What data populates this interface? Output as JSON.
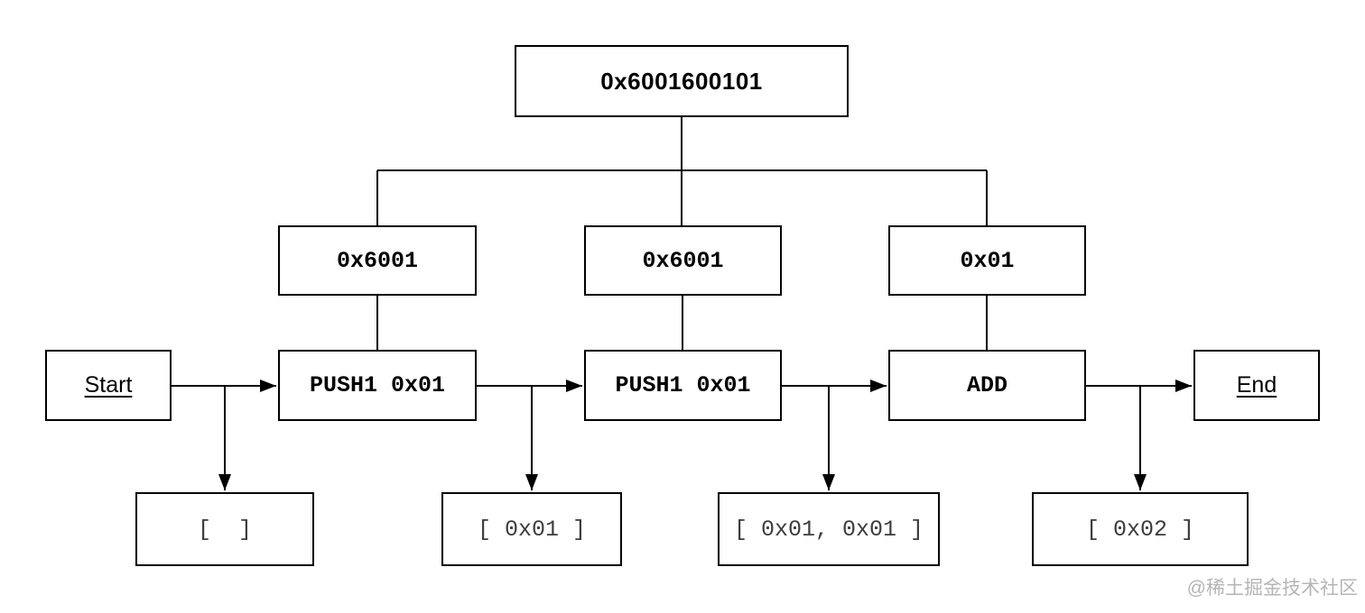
{
  "diagram": {
    "bytecode_label": "0x6001600101",
    "opcodes": [
      {
        "label": "0x6001"
      },
      {
        "label": "0x6001"
      },
      {
        "label": "0x01"
      }
    ],
    "flow": {
      "start_label": "Start",
      "instructions": [
        {
          "label": "PUSH1 0x01"
        },
        {
          "label": "PUSH1 0x01"
        },
        {
          "label": "ADD"
        }
      ],
      "end_label": "End"
    },
    "stacks": [
      {
        "label": "[  ]"
      },
      {
        "label": "[ 0x01 ]"
      },
      {
        "label": "[ 0x01, 0x01 ]"
      },
      {
        "label": "[ 0x02 ]"
      }
    ],
    "watermark": "@稀土掘金技术社区",
    "colors": {
      "line": "#000000",
      "stack_text": "#3d3d3d",
      "watermark": "#b5b5b5",
      "background": "#ffffff"
    }
  }
}
